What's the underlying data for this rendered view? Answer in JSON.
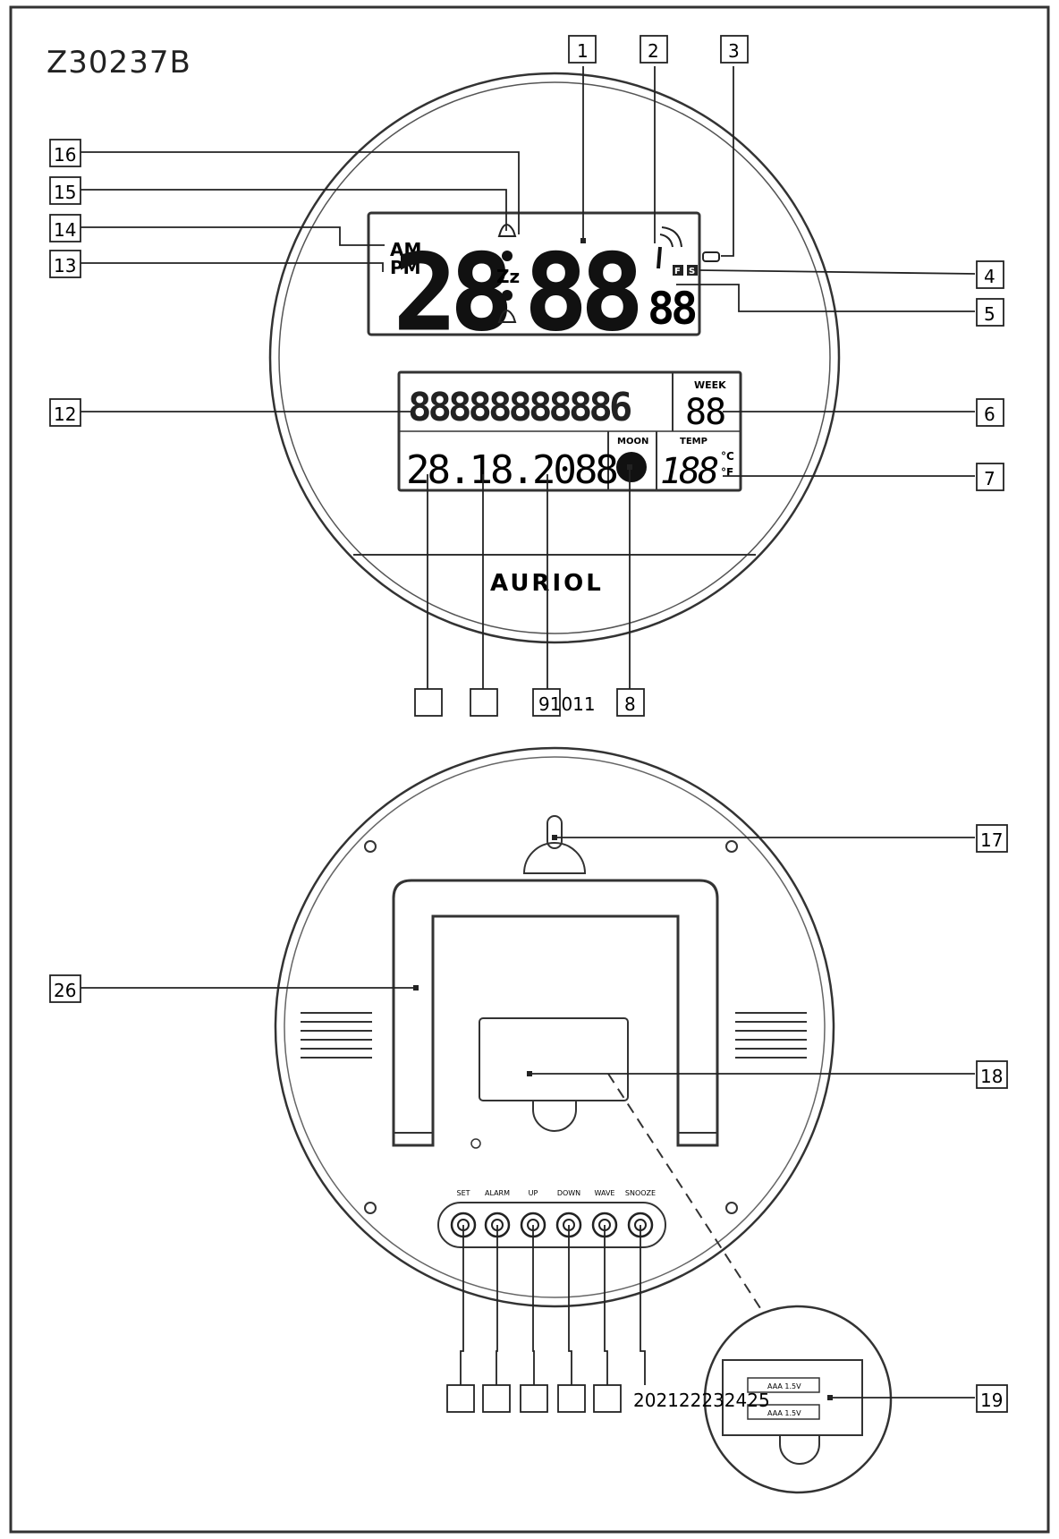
{
  "model_code": "Z30237B",
  "brand": "AURIOL",
  "display": {
    "am": "AM",
    "pm": "PM",
    "snooze": "Zz",
    "main_time": "28:88",
    "seconds": "88",
    "dcf_f": "F",
    "dcf_s": "S",
    "text_row": "88888888886",
    "week_label": "WEEK",
    "week_value": "88",
    "date": "28.18.2088",
    "moon_label": "MOON",
    "temp_label": "TEMP",
    "temp_value": "188",
    "temp_unit_c": "°C",
    "temp_unit_f": "°F"
  },
  "buttons": [
    "SET",
    "ALARM",
    "UP",
    "DOWN",
    "WAVE",
    "SNOOZE"
  ],
  "battery_labels": [
    "AAA 1.5V",
    "AAA 1.5V"
  ],
  "callouts": {
    "c1": "1",
    "c2": "2",
    "c3": "3",
    "c4": "4",
    "c5": "5",
    "c6": "6",
    "c7": "7",
    "c8": "8",
    "c12": "12",
    "c13": "13",
    "c14": "14",
    "c15": "15",
    "c16": "16",
    "c17": "17",
    "c18": "18",
    "c19": "19",
    "c26": "26",
    "bottom_row_1": "91011",
    "bottom_row_2": "202122232425"
  }
}
